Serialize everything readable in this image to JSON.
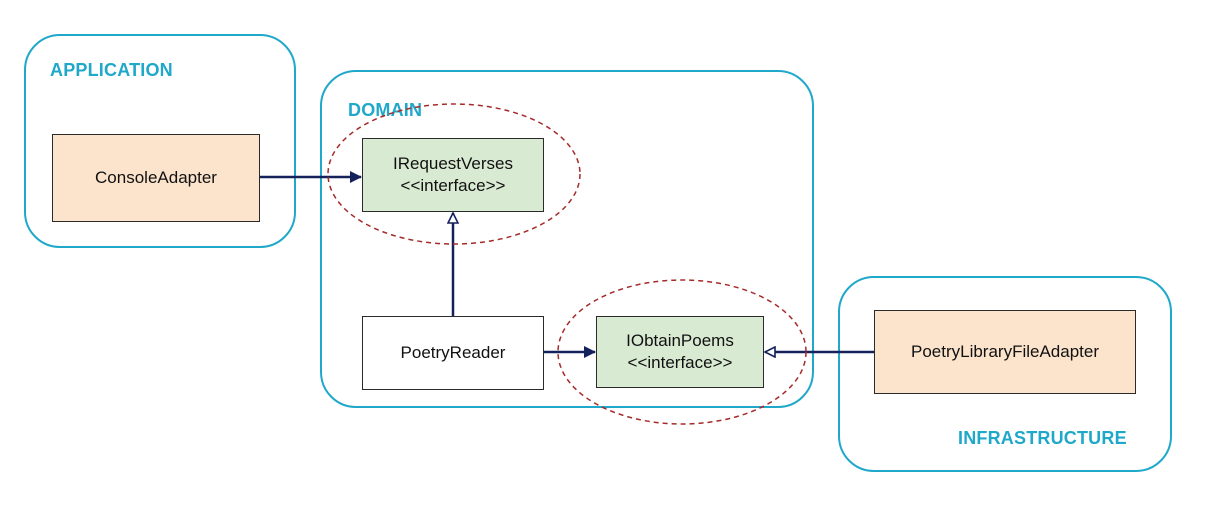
{
  "zones": {
    "application": {
      "label": "APPLICATION"
    },
    "domain": {
      "label": "DOMAIN"
    },
    "infrastructure": {
      "label": "INFRASTRUCTURE"
    }
  },
  "components": {
    "console_adapter": {
      "name": "ConsoleAdapter"
    },
    "request_verses": {
      "name": "IRequestVerses",
      "stereotype": "<<interface>>"
    },
    "poetry_reader": {
      "name": "PoetryReader"
    },
    "obtain_poems": {
      "name": "IObtainPoems",
      "stereotype": "<<interface>>"
    },
    "file_adapter": {
      "name": "PoetryLibraryFileAdapter"
    }
  },
  "colors": {
    "zone_border": "#1fa8c9",
    "adapter_fill": "#fce4cc",
    "port_fill": "#d9ead3",
    "arrow": "#14215a",
    "highlight_ellipse": "#a52a2a"
  }
}
